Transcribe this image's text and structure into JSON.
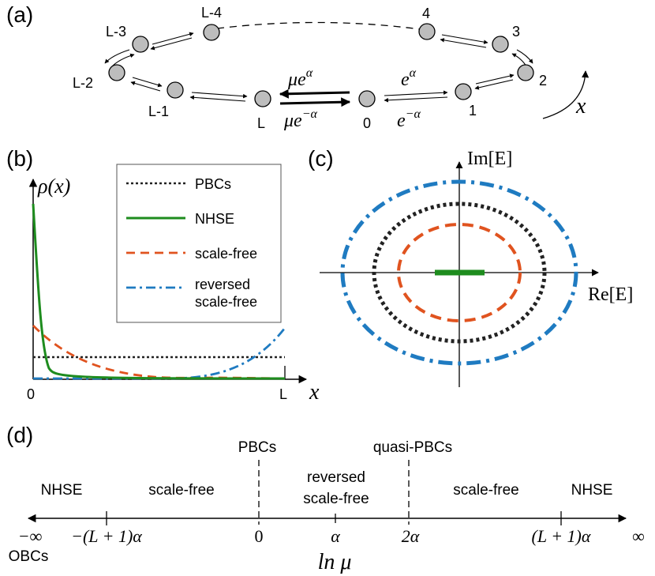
{
  "panel_labels": {
    "a": "(a)",
    "b": "(b)",
    "c": "(c)",
    "d": "(d)"
  },
  "panel_a": {
    "nodes": {
      "l_minus_4": "L-4",
      "l_minus_3": "L-3",
      "l_minus_2": "L-2",
      "l_minus_1": "L-1",
      "l": "L",
      "zero": "0",
      "one": "1",
      "two": "2",
      "three": "3",
      "four": "4"
    },
    "hopping": {
      "boundary_top": "μe^α",
      "boundary_bottom": "μe^{−α}",
      "bulk_top": "e^α",
      "bulk_bottom": "e^{−α}"
    },
    "direction_label": "x"
  },
  "panel_b": {
    "y_label": "ρ(x)",
    "x_label": "x",
    "x_tick_start": "0",
    "x_tick_end": "L",
    "legend": [
      "PBCs",
      "NHSE",
      "scale-free",
      "reversed scale-free"
    ],
    "colors": {
      "pbc": "#222222",
      "nhse": "#1e8c1e",
      "scale_free": "#e0531f",
      "reversed": "#1f7bc1"
    }
  },
  "panel_c": {
    "x_label": "Re[E]",
    "y_label": "Im[E]"
  },
  "panel_d": {
    "regions": {
      "nhse_left": "NHSE",
      "scale_free_left": "scale-free",
      "reversed_l1": "reversed",
      "reversed_l2": "scale-free",
      "scale_free_right": "scale-free",
      "nhse_right": "NHSE"
    },
    "markers": {
      "pbcs": "PBCs",
      "quasi_pbcs": "quasi-PBCs"
    },
    "ticks": {
      "neg_inf": "−∞",
      "neg_l1": "−(L + 1)α",
      "zero": "0",
      "alpha": "α",
      "two_alpha": "2α",
      "pos_l1": "(L + 1)α",
      "pos_inf": "∞"
    },
    "obcs": "OBCs",
    "axis_label": "ln μ"
  }
}
